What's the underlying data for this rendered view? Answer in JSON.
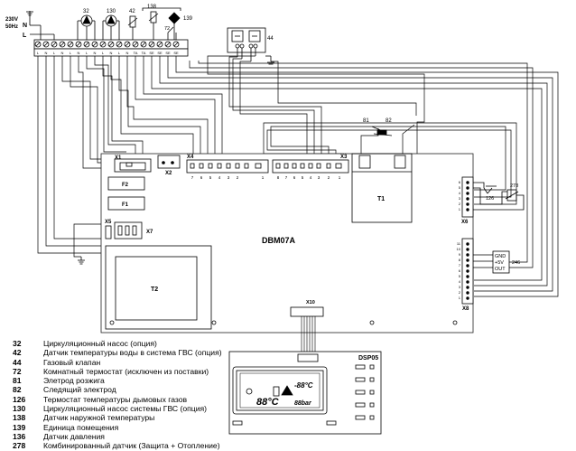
{
  "power": {
    "voltage": "230V",
    "frequency": "50Hz",
    "L": "L",
    "N": "N"
  },
  "board": {
    "name": "DBM07A",
    "connectors": {
      "x1": "X1",
      "x2": "X2",
      "x3": "X3",
      "x4": "X4",
      "x5": "X5",
      "x6": "X6",
      "x7": "X7",
      "x8": "X8",
      "x10": "X10"
    },
    "fuses": [
      "F2",
      "F1"
    ],
    "transformers": [
      "T1",
      "T2"
    ],
    "x6_pins": [
      "6",
      "5",
      "4",
      "3",
      "2",
      "1"
    ],
    "x8_pins": [
      "11",
      "10",
      "9",
      "8",
      "7",
      "6",
      "5",
      "4",
      "3",
      "2",
      "1"
    ],
    "x8_signals": [
      "GND",
      "+5V",
      "OUT"
    ],
    "x4_pins": [
      "7",
      "6",
      "5",
      "4",
      "3",
      "2",
      "1"
    ],
    "x3_pins": [
      "8",
      "7",
      "6",
      "5",
      "4",
      "3",
      "2",
      "1"
    ]
  },
  "terminal_labels": [
    "L",
    "N",
    "L",
    "N",
    "L",
    "N",
    "L",
    "N",
    "L",
    "N",
    "L",
    "N",
    "TA",
    "TA",
    "SE",
    "SE",
    "SE",
    "SE"
  ],
  "component_numbers": {
    "c32": "32",
    "c130": "130",
    "c42": "42",
    "c138": "138",
    "c72": "72",
    "c139": "139",
    "c44": "44",
    "c81": "81",
    "c82": "82",
    "c126": "126",
    "c278": "278",
    "c246": "246"
  },
  "display": {
    "name": "DSP05",
    "lcd_temp1": "-88°C",
    "lcd_temp2": "88°C",
    "lcd_bar": "88bar"
  },
  "legend": [
    {
      "code": "32",
      "desc": "Циркуляционный насос (опция)"
    },
    {
      "code": "42",
      "desc": "Датчик температуры воды в система ГВС (опция)"
    },
    {
      "code": "44",
      "desc": "Газовый клапан"
    },
    {
      "code": "72",
      "desc": "Комнатный термостат (исключен из поставки)"
    },
    {
      "code": "81",
      "desc": "Элетрод розжига"
    },
    {
      "code": "82",
      "desc": "Следящий электрод"
    },
    {
      "code": "126",
      "desc": "Термостат температуры дымовых газов"
    },
    {
      "code": "130",
      "desc": "Циркуляционный насос системы ГВС (опция)"
    },
    {
      "code": "138",
      "desc": "Датчик наружной температуры"
    },
    {
      "code": "139",
      "desc": "Единица помещения"
    },
    {
      "code": "136",
      "desc": "Датчик давления"
    },
    {
      "code": "278",
      "desc": "Комбинированный датчик (Защита + Отопление)"
    }
  ]
}
